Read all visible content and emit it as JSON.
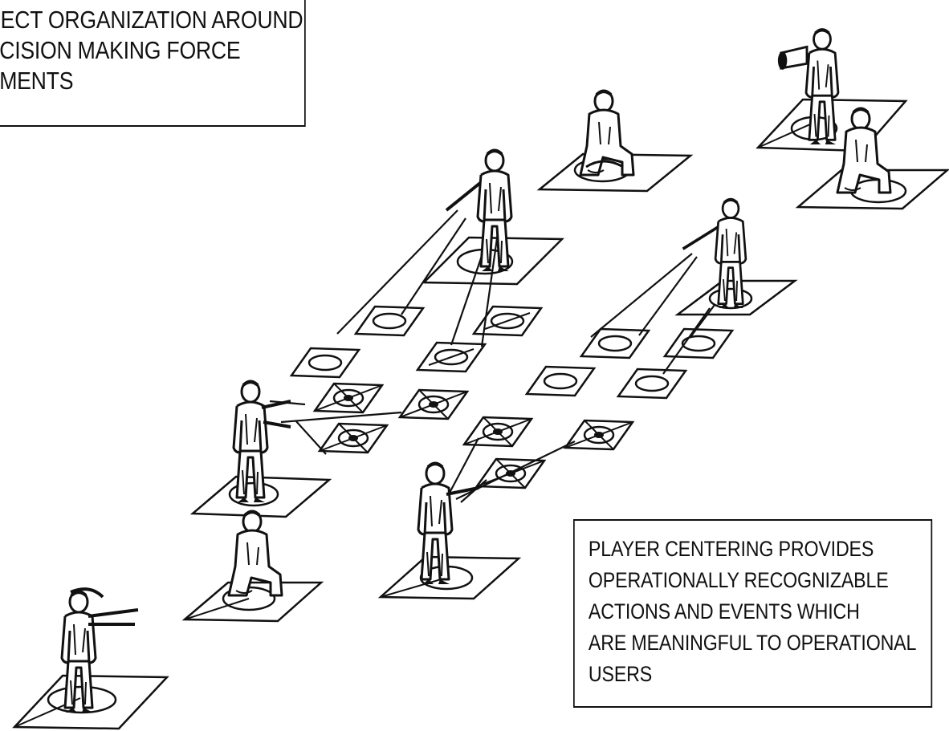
{
  "callouts": {
    "top": {
      "lines": [
        "RECT ORGANIZATION AROUND",
        "ECISION MAKING FORCE",
        "EMENTS"
      ]
    },
    "bottom": {
      "lines": [
        "PLAYER CENTERING PROVIDES",
        "OPERATIONALLY RECOGNIZABLE",
        "ACTIONS AND EVENTS WHICH",
        "ARE MEANINGFUL TO OPERATIONAL",
        "USERS"
      ]
    }
  },
  "colors": {
    "ink": "#111111",
    "paper": "#ffffff"
  },
  "figures": [
    {
      "id": "megaphone-soldier",
      "pose": "standing-megaphone"
    },
    {
      "id": "kneeling-soldier-top-right",
      "pose": "kneeling"
    },
    {
      "id": "seated-soldier-top",
      "pose": "seated"
    },
    {
      "id": "leader-with-control-lines-left",
      "pose": "standing-pointing"
    },
    {
      "id": "leader-with-control-lines-right",
      "pose": "standing-pointing"
    },
    {
      "id": "soldier-mid-left",
      "pose": "standing-pointing"
    },
    {
      "id": "kneeling-soldier-mid-left",
      "pose": "kneeling"
    },
    {
      "id": "soldier-center",
      "pose": "standing-pointing"
    },
    {
      "id": "soldier-bottom-left",
      "pose": "standing-pointing"
    }
  ]
}
